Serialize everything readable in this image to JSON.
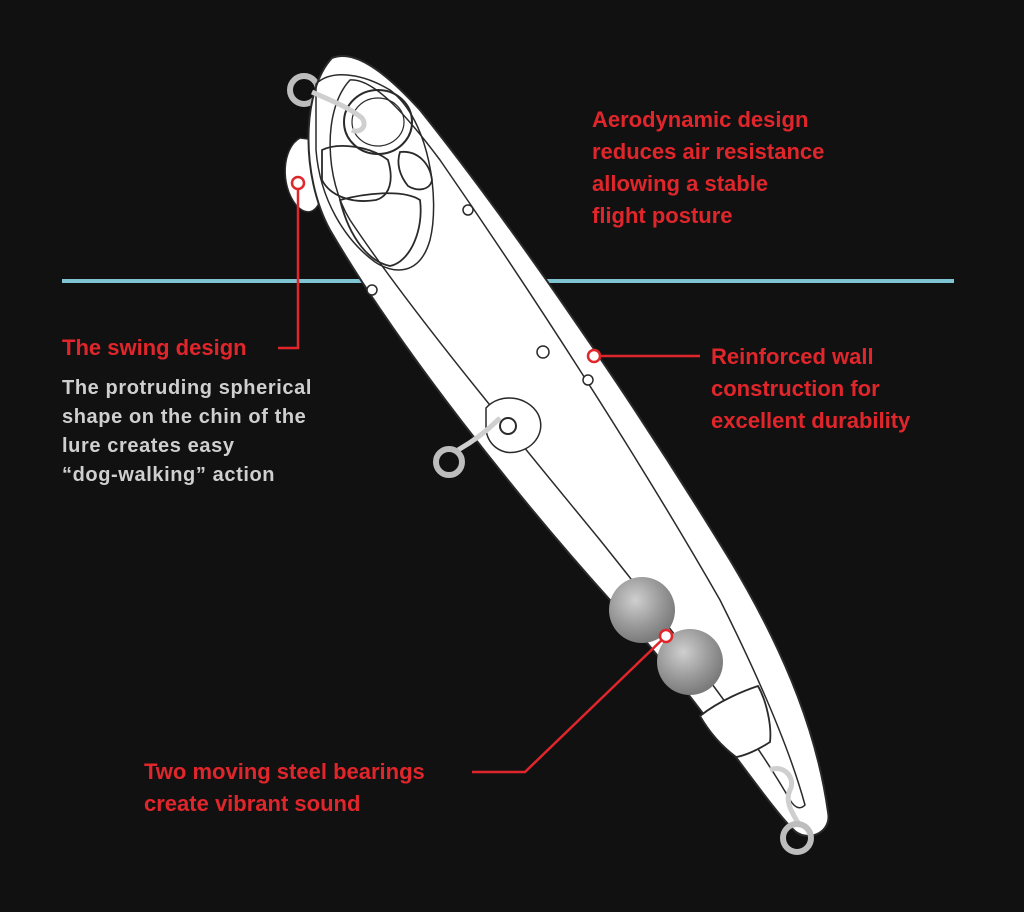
{
  "colors": {
    "background": "#111112",
    "accent_red": "#e0262b",
    "waterline": "#7fc4d2",
    "lure_body": "#ffffff",
    "lure_outline": "#2a2a2a",
    "description_text": "#cfcfcf",
    "bearing": "#9a9a9a"
  },
  "callouts": {
    "aerodynamic": "Aerodynamic design\nreduces air resistance\nallowing a stable\nflight posture",
    "swing_title": "The swing design",
    "swing_description": "The protruding spherical\nshape on the chin of the\nlure creates easy\n“dog-walking” action",
    "reinforced": "Reinforced wall\nconstruction for\nexcellent durability",
    "bearings": "Two moving steel bearings\ncreate vibrant sound"
  }
}
